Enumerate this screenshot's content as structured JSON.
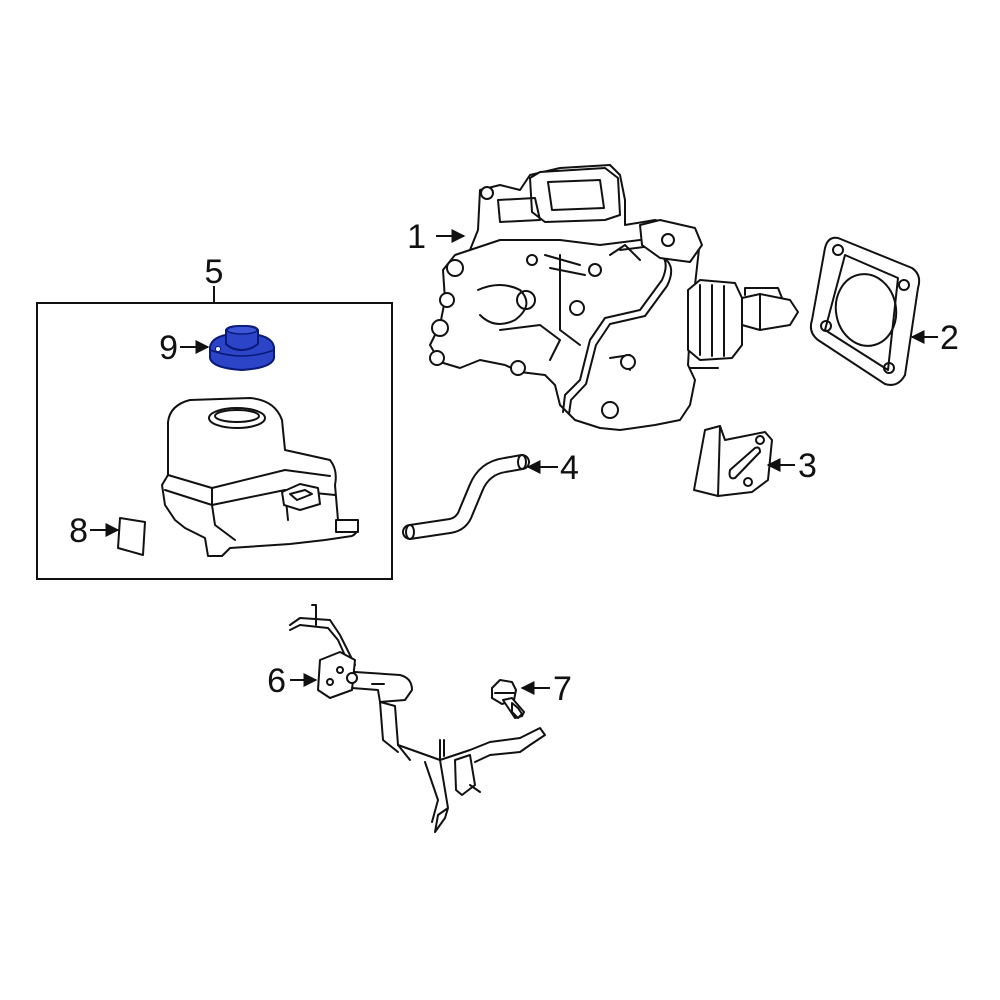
{
  "colors": {
    "line": "#111111",
    "highlight_fill": "#2B44C8",
    "highlight_stroke": "#0A1A78",
    "background": "#FFFFFF"
  },
  "callouts": {
    "c1": "1",
    "c2": "2",
    "c3": "3",
    "c4": "4",
    "c5": "5",
    "c6": "6",
    "c7": "7",
    "c8": "8",
    "c9": "9"
  },
  "highlighted_part": "9"
}
